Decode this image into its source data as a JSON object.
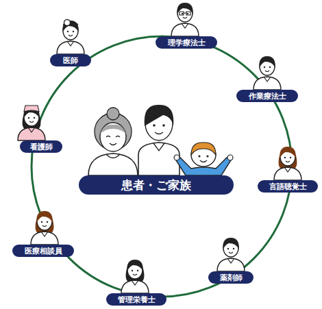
{
  "diagram": {
    "nodes": [
      {
        "text": [
          "医師"
        ]
      },
      {
        "text": [
          "理学療法士"
        ]
      },
      {
        "text": [
          "作業療法士"
        ]
      },
      {
        "text": [
          "言語聴覚士"
        ]
      },
      {
        "text": [
          "薬剤師"
        ]
      },
      {
        "text": [
          "管理栄養士"
        ]
      },
      {
        "text": [
          "医療相談員"
        ]
      },
      {
        "text": [
          "看護師"
        ]
      },
      {
        "text": [
          "患者・ご家族"
        ]
      }
    ]
  }
}
